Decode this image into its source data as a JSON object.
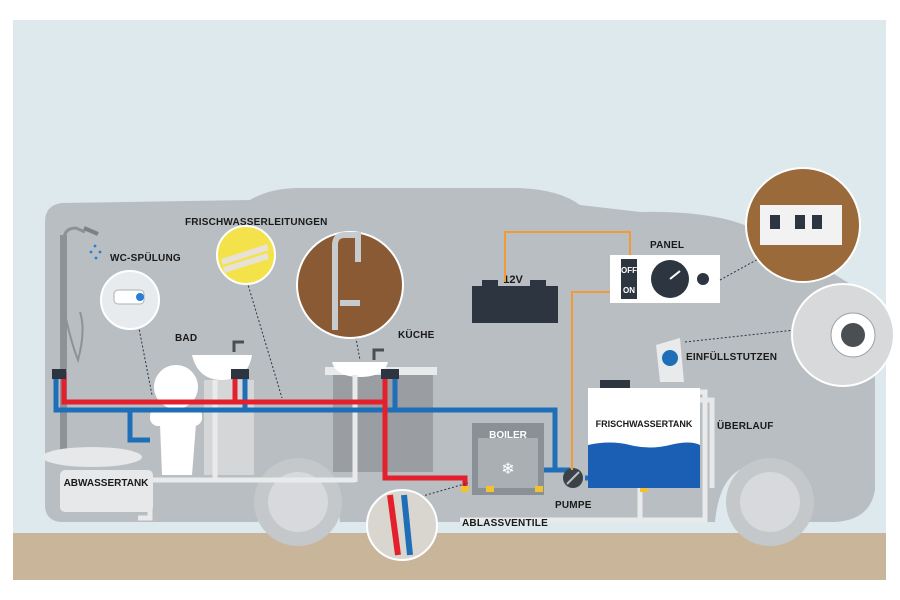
{
  "labels": {
    "frischwasserleitungen": "FRISCHWASSERLEITUNGEN",
    "wc_spuelung": "WC-SPÜLUNG",
    "bad": "BAD",
    "kueche": "KÜCHE",
    "panel": "PANEL",
    "battery": "12V",
    "einfuellstutzen": "EINFÜLLSTUTZEN",
    "frischwassertank": "FRISCHWASSERTANK",
    "ueberlauf": "ÜBERLAUF",
    "boiler": "BOILER",
    "abwassertank": "ABWASSERTANK",
    "pumpe": "PUMPE",
    "ablassventile": "ABLASSVENTILE",
    "switch_off": "OFF",
    "switch_on": "ON"
  },
  "colors": {
    "sky": "#dde9ec",
    "vehicle": "#b9bec2",
    "ground": "#c9b59a",
    "hot_pipe": "#e3202b",
    "cold_pipe": "#1f6fb8",
    "grey_pipe": "#e9eaeb",
    "cable": "#f29a36",
    "fresh_water": "#1a5fb4",
    "battery": "#2c3540"
  }
}
